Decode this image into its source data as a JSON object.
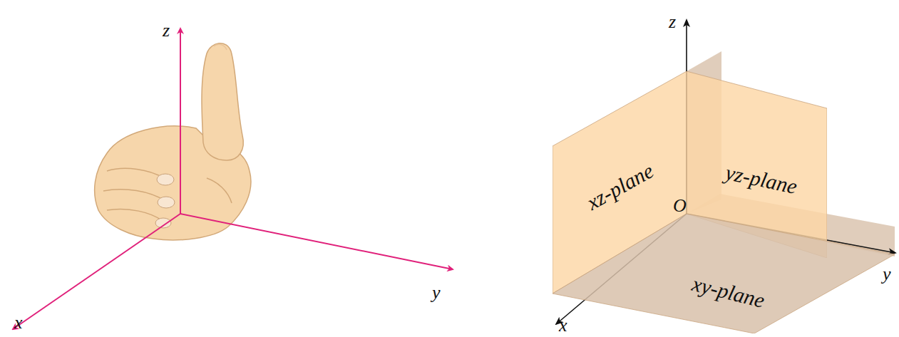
{
  "diagram": {
    "nodes": [
      {
        "text": [
          "xz-plane"
        ]
      },
      {
        "text": [
          "yz-plane"
        ]
      },
      {
        "text": [
          "xy-plane"
        ]
      }
    ],
    "labels": [
      "z",
      "y",
      "x",
      "z",
      "y",
      "x",
      "O"
    ]
  }
}
